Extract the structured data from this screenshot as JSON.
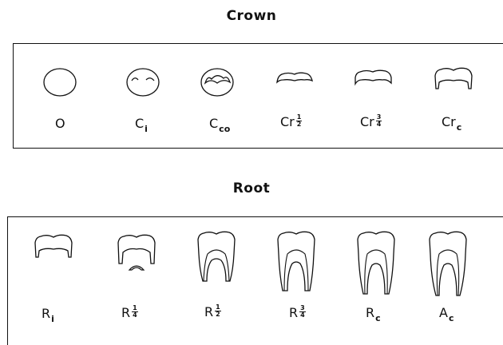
{
  "crown": {
    "title": "Crown",
    "stages": [
      {
        "base": "O",
        "sub": "",
        "num": "",
        "den": ""
      },
      {
        "base": "C",
        "sub": "i",
        "num": "",
        "den": ""
      },
      {
        "base": "C",
        "sub": "co",
        "num": "",
        "den": ""
      },
      {
        "base": "Cr",
        "sub": "",
        "num": "1",
        "den": "2"
      },
      {
        "base": "Cr",
        "sub": "",
        "num": "3",
        "den": "4"
      },
      {
        "base": "Cr",
        "sub": "c",
        "num": "",
        "den": ""
      }
    ]
  },
  "root": {
    "title": "Root",
    "stages": [
      {
        "base": "R",
        "sub": "i",
        "num": "",
        "den": ""
      },
      {
        "base": "R",
        "sub": "",
        "num": "1",
        "den": "4"
      },
      {
        "base": "R",
        "sub": "",
        "num": "1",
        "den": "2"
      },
      {
        "base": "R",
        "sub": "",
        "num": "3",
        "den": "4"
      },
      {
        "base": "R",
        "sub": "c",
        "num": "",
        "den": ""
      },
      {
        "base": "A",
        "sub": "c",
        "num": "",
        "den": ""
      }
    ]
  }
}
